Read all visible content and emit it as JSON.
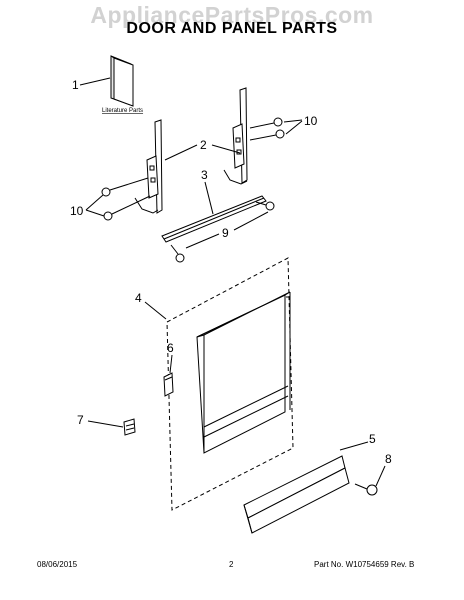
{
  "watermark": "AppliancePartsPros.com",
  "title": "DOOR AND PANEL PARTS",
  "literature_label": "Literature Parts",
  "callouts": {
    "c1": "1",
    "c2": "2",
    "c3": "3",
    "c4": "4",
    "c5": "5",
    "c6": "6",
    "c7": "7",
    "c8": "8",
    "c9": "9",
    "c10a": "10",
    "c10b": "10"
  },
  "footer": {
    "date": "08/06/2015",
    "page": "2",
    "part_number": "Part No. W10754659  Rev. B"
  }
}
